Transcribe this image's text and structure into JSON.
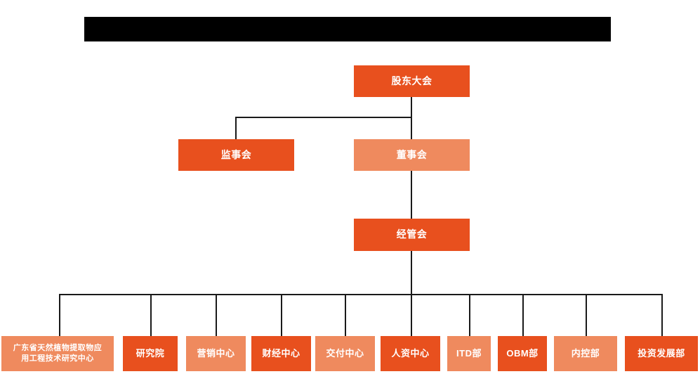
{
  "document": {
    "type": "organization-chart",
    "title_bar": {
      "redacted": true,
      "label": ""
    }
  },
  "palette": {
    "dark_orange": "#E8501E",
    "light_salmon": "#EF8A5E",
    "connector": "#1a1a1a",
    "text": "#FFFFFF",
    "background": "#FFFFFF",
    "title_bar": "#000000"
  },
  "nodes": {
    "level1": {
      "label": "股东大会",
      "tone": "dark"
    },
    "level2": [
      {
        "label": "监事会",
        "tone": "dark"
      },
      {
        "label": "董事会",
        "tone": "light"
      }
    ],
    "level3": {
      "label": "经管会",
      "tone": "dark"
    },
    "departments": [
      {
        "label": "广东省天然植物提取物应\n用工程技术研究中心",
        "line1": "广东省天然植物提取物应",
        "line2": "用工程技术研究中心",
        "tone": "light",
        "multiline": true
      },
      {
        "label": "研究院",
        "tone": "dark",
        "multiline": false
      },
      {
        "label": "营销中心",
        "tone": "light",
        "multiline": false
      },
      {
        "label": "财经中心",
        "tone": "dark",
        "multiline": false
      },
      {
        "label": "交付中心",
        "tone": "light",
        "multiline": false
      },
      {
        "label": "人资中心",
        "tone": "dark",
        "multiline": false
      },
      {
        "label": "ITD部",
        "tone": "light",
        "multiline": false
      },
      {
        "label": "OBM部",
        "tone": "dark",
        "multiline": false
      },
      {
        "label": "内控部",
        "tone": "light",
        "multiline": false
      },
      {
        "label": "投资发展部",
        "tone": "dark",
        "multiline": false
      }
    ]
  }
}
